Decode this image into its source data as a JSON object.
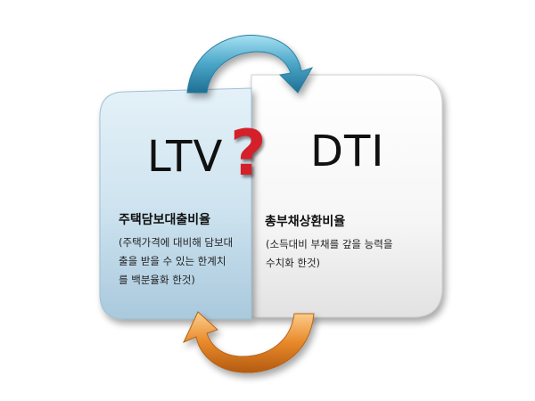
{
  "ltv": {
    "title": "LTV",
    "heading": "주택담보대출비율",
    "desc_lines": [
      "(주택가격에 대비해 담보대",
      "출을 받을 수 있는 한계치",
      "를 백분율화 한것)"
    ]
  },
  "dti": {
    "title": "DTI",
    "heading": "총부채상환비율",
    "desc_lines": [
      "(소득대비 부채를 갚을 능력을",
      "수치화 한것)"
    ]
  },
  "question_mark": "?",
  "colors": {
    "ltv_panel": "#cfe4f0",
    "dti_panel": "#f4f4f4",
    "top_arrow": "#4aa6c8",
    "bottom_arrow": "#e8892a",
    "question_mark": "#d4202a"
  },
  "icons": [
    "cycle-arrow-top-icon",
    "cycle-arrow-bottom-icon"
  ]
}
